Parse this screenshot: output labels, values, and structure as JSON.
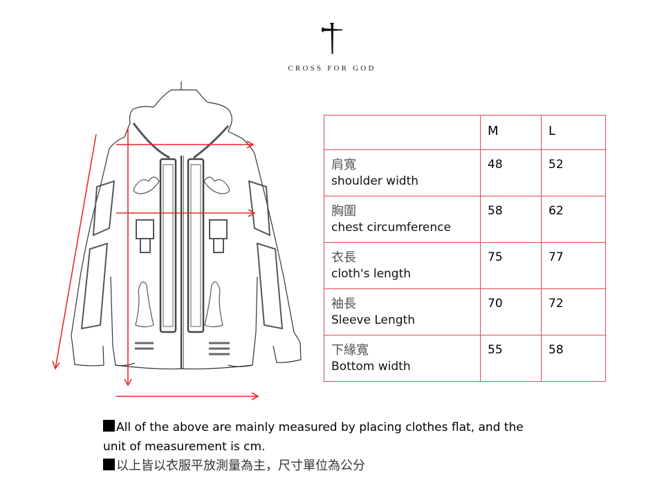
{
  "brand": {
    "logo_icon": "nail-cross-icon",
    "name": "CROSS FOR GOD"
  },
  "illustration": {
    "subject": "hoodie-line-drawing",
    "arrow_color": "#e8262c",
    "measurements_marked": [
      "shoulder width",
      "chest circumference",
      "cloth's length",
      "sleeve length",
      "bottom width"
    ]
  },
  "size_table": {
    "border_color": "#e0474f",
    "headers": [
      "",
      "M",
      "L"
    ],
    "rows": [
      {
        "label_zh": "肩寬",
        "label_en": "shoulder width",
        "M": "48",
        "L": "52"
      },
      {
        "label_zh": "胸圍",
        "label_en": "chest circumference",
        "M": "58",
        "L": "62"
      },
      {
        "label_zh": "衣長",
        "label_en": "cloth's length",
        "M": "75",
        "L": "77"
      },
      {
        "label_zh": "袖長",
        "label_en": "Sleeve Length",
        "M": "70",
        "L": "72"
      },
      {
        "label_zh": "下緣寬",
        "label_en": "Bottom width",
        "M": "55",
        "L": "58"
      }
    ]
  },
  "notes": {
    "en_line1": "All of the above are mainly measured by placing clothes flat, and the",
    "en_line2": "unit of measurement is cm.",
    "zh_line": "以上皆以衣服平放測量為主，尺寸單位為公分"
  }
}
